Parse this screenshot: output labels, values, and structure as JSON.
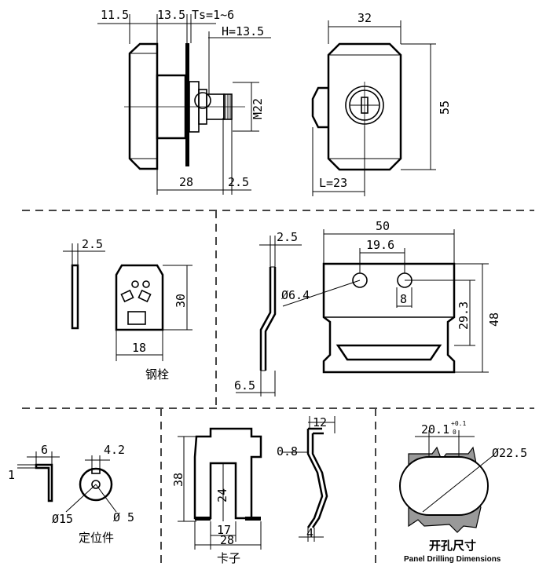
{
  "top_left": {
    "dim_a": "11.5",
    "dim_b": "13.5",
    "dim_ts": "Ts=1~6",
    "dim_h": "H=13.5",
    "dim_m": "M22",
    "dim_28": "28",
    "dim_25": "2.5"
  },
  "top_right": {
    "dim_w": "32",
    "dim_h": "55",
    "dim_l": "L=23"
  },
  "pin": {
    "dim_t": "2.5",
    "dim_h": "30",
    "dim_w": "18",
    "caption": "钢栓"
  },
  "plate": {
    "dim_t": "2.5",
    "dim_b": "6.5",
    "dim_w": "50",
    "dim_hole": "19.6",
    "dim_dia": "Ø6.4",
    "dim_8": "8",
    "dim_293": "29.3",
    "dim_48": "48"
  },
  "locator": {
    "dim_6": "6",
    "dim_1": "1",
    "dim_42": "4.2",
    "dim_15": "Ø15",
    "dim_5": "Ø 5",
    "caption": "定位件"
  },
  "clip": {
    "dim_38": "38",
    "dim_24": "24",
    "dim_17": "17",
    "dim_28": "28",
    "dim_12": "12",
    "dim_08": "0.8",
    "dim_4": "4",
    "caption": "卡子"
  },
  "drill": {
    "dim_w": "20.1",
    "tol_up": "+0.1",
    "tol_low": "0",
    "dim_dia": "Ø22.5",
    "caption_cn": "开孔尺寸",
    "caption_en": "Panel Drilling Dimensions"
  }
}
